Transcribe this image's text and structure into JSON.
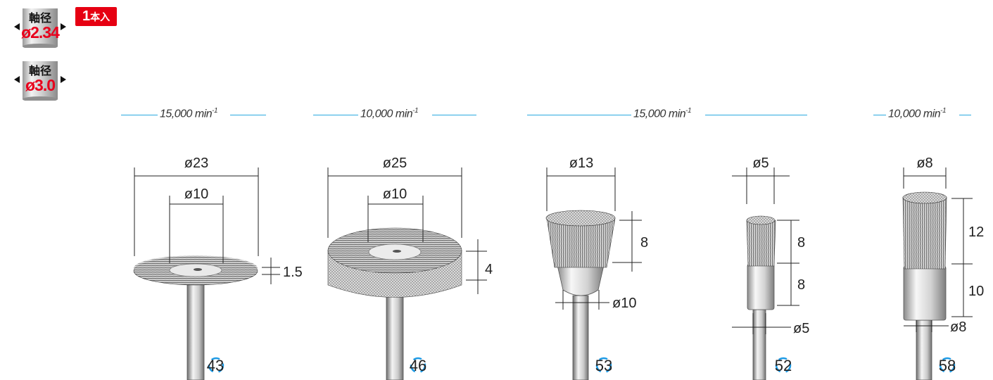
{
  "badges": [
    {
      "label": "軸径",
      "value": "ø2.34"
    },
    {
      "label": "軸径",
      "value": "ø3.0"
    }
  ],
  "quantity": {
    "num": "1",
    "unit": "本入"
  },
  "speeds": [
    {
      "value": "15,000",
      "unit": "min",
      "exp": "-1"
    },
    {
      "value": "10,000",
      "unit": "min",
      "exp": "-1"
    },
    {
      "value": "15,000",
      "unit": "min",
      "exp": "-1"
    },
    {
      "value": "10,000",
      "unit": "min",
      "exp": "-1"
    }
  ],
  "products": [
    {
      "code": "43",
      "head_dia": "ø23",
      "hub_dia": "ø10",
      "thickness": "1.5"
    },
    {
      "code": "46",
      "head_dia": "ø25",
      "hub_dia": "ø10",
      "thickness": "4"
    },
    {
      "code": "53",
      "head_dia": "ø13",
      "bristle_len": "8",
      "cup_dia": "ø10"
    },
    {
      "code": "52",
      "head_dia": "ø5",
      "bristle_len": "8",
      "cup_len": "8",
      "cup_dia": "ø5"
    },
    {
      "code": "58",
      "head_dia": "ø8",
      "bristle_len": "12",
      "cup_len": "10",
      "cup_dia": "ø8"
    }
  ],
  "colors": {
    "accent_red": "#e60012",
    "speed_line": "#29a9e0",
    "code_arrow": "#1e9be6"
  }
}
